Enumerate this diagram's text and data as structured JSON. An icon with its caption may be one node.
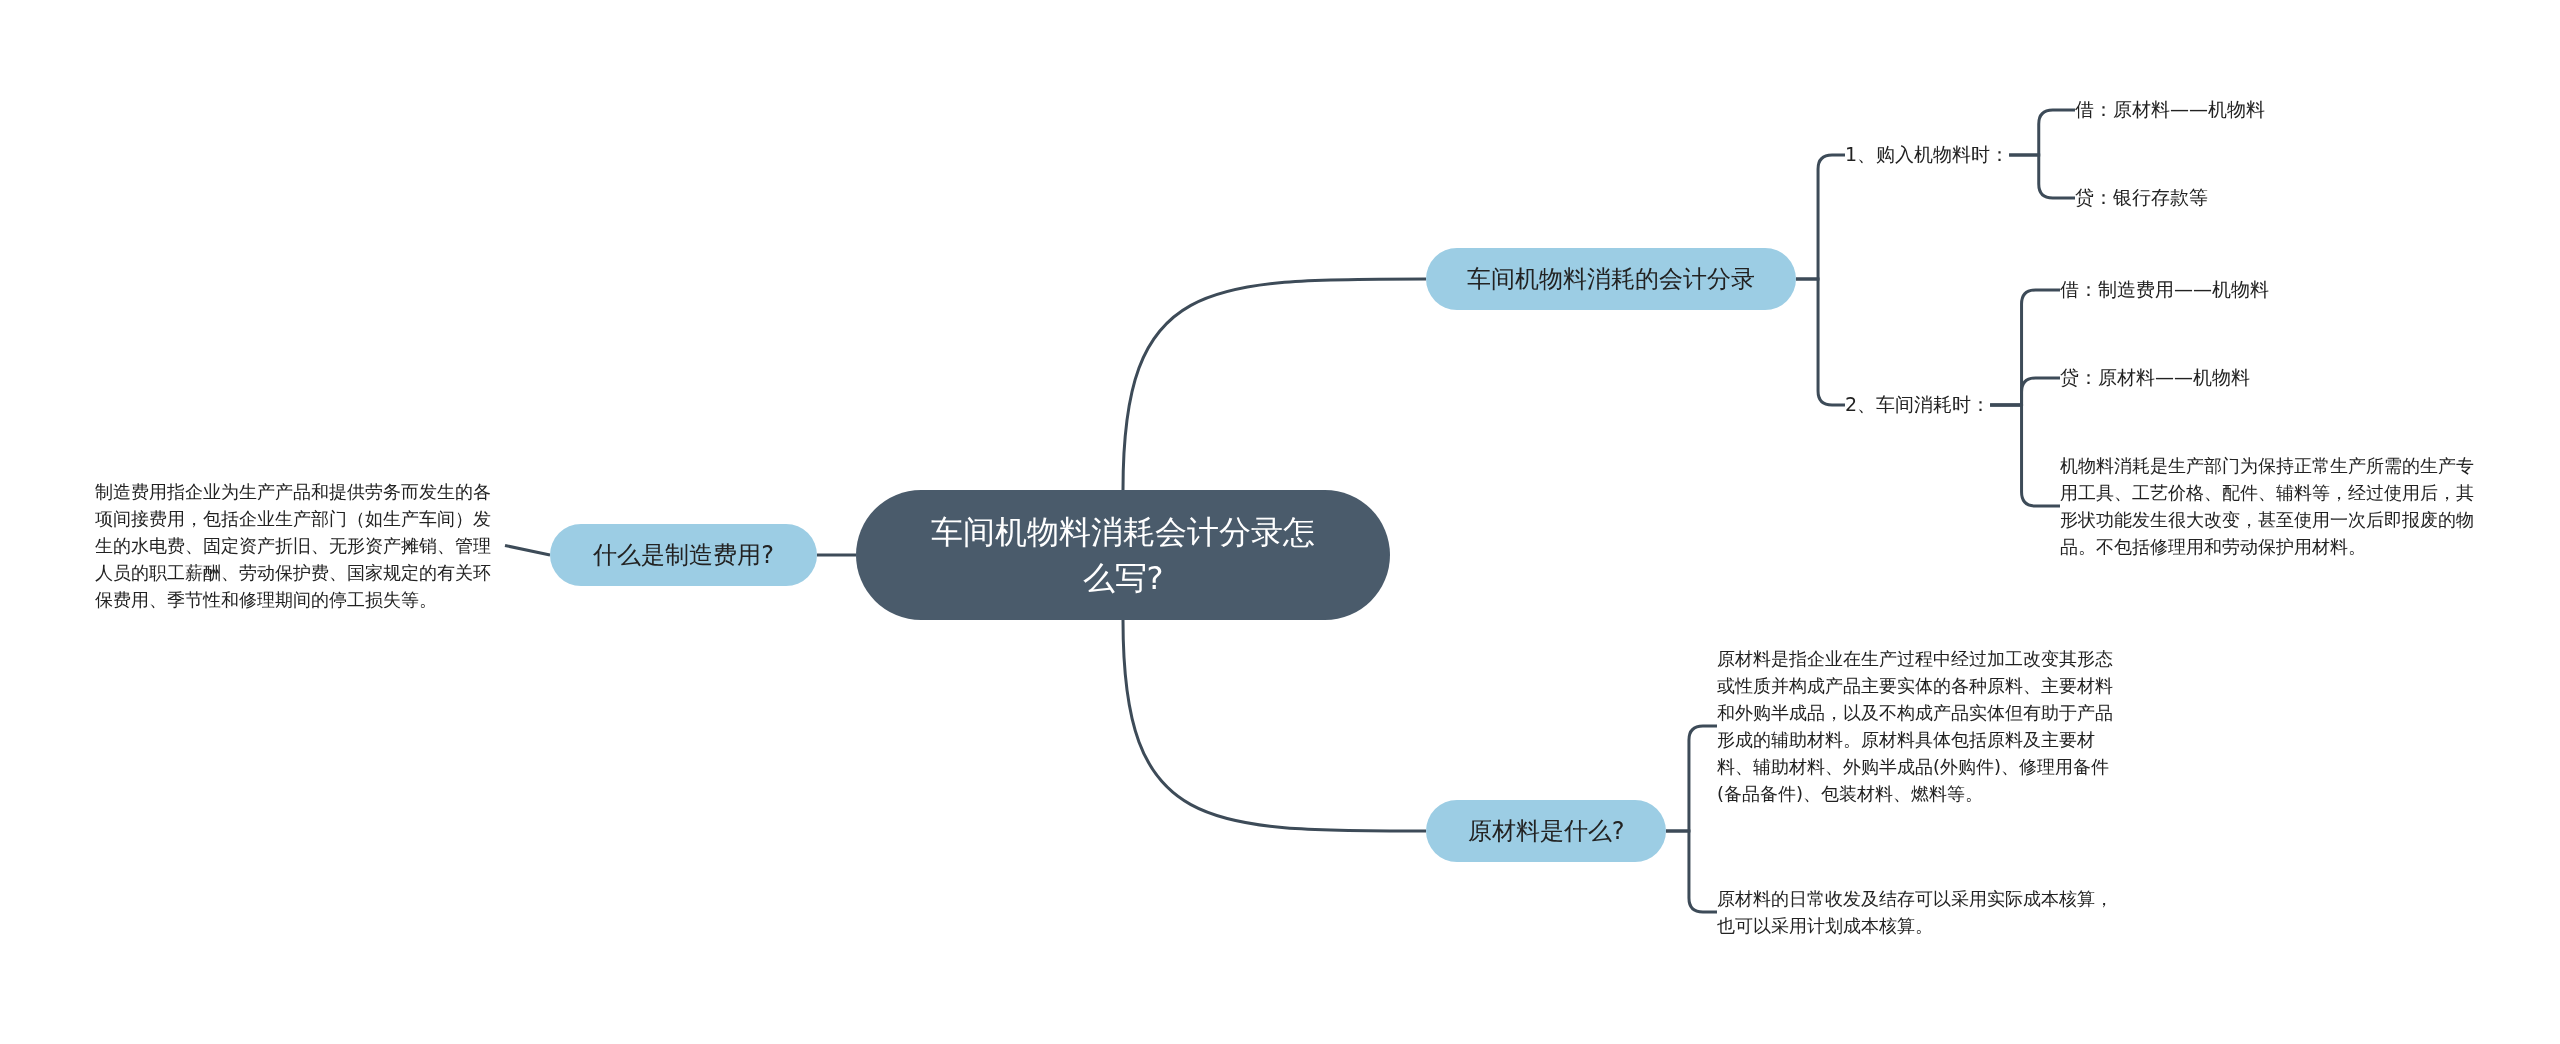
{
  "diagram": {
    "nodes": [
      {
        "text": [
          "车间机物料消耗会计分录怎么写?"
        ]
      },
      {
        "text": [
          "车间机物料消耗的会计分录"
        ]
      },
      {
        "text": [
          "1、购入机物料时："
        ]
      },
      {
        "text": [
          "借：原材料——机物料"
        ]
      },
      {
        "text": [
          "贷：银行存款等"
        ]
      },
      {
        "text": [
          "2、车间消耗时："
        ]
      },
      {
        "text": [
          "借：制造费用——机物料"
        ]
      },
      {
        "text": [
          "贷：原材料——机物料"
        ]
      },
      {
        "text": [
          "机物料消耗是生产部门为保持正常生产所需的生产专用工具、工艺价格、配件、辅料等，经过使用后，其形状功能发生很大改变，甚至使用一次后即报废的物品。不包括修理用和劳动保护用材料。"
        ]
      },
      {
        "text": [
          "原材料是什么?"
        ]
      },
      {
        "text": [
          "原材料是指企业在生产过程中经过加工改变其形态或性质并构成产品主要实体的各种原料、主要材料和外购半成品，以及不构成产品实体但有助于产品形成的辅助材料。原材料具体包括原料及主要材料、辅助材料、外购半成品(外购件)、修理用备件(备品备件)、包装材料、燃料等。"
        ]
      },
      {
        "text": [
          "原材料的日常收发及结存可以采用实际成本核算，也可以采用计划成本核算。"
        ]
      },
      {
        "text": [
          "什么是制造费用?"
        ]
      },
      {
        "text": [
          "制造费用指企业为生产产品和提供劳务而发生的各项间接费用，包括企业生产部门（如生产车间）发生的水电费、固定资产折旧、无形资产摊销、管理人员的职工薪酬、劳动保护费、国家规定的有关环保费用、季节性和修理期间的停工损失等。"
        ]
      }
    ],
    "edges": [
      {
        "from": 0,
        "to": 1,
        "arrow": "none"
      },
      {
        "from": 1,
        "to": 2,
        "arrow": "none"
      },
      {
        "from": 2,
        "to": 3,
        "arrow": "none"
      },
      {
        "from": 2,
        "to": 4,
        "arrow": "none"
      },
      {
        "from": 1,
        "to": 5,
        "arrow": "none"
      },
      {
        "from": 5,
        "to": 6,
        "arrow": "none"
      },
      {
        "from": 5,
        "to": 7,
        "arrow": "none"
      },
      {
        "from": 5,
        "to": 8,
        "arrow": "none"
      },
      {
        "from": 0,
        "to": 9,
        "arrow": "none"
      },
      {
        "from": 9,
        "to": 10,
        "arrow": "none"
      },
      {
        "from": 9,
        "to": 11,
        "arrow": "none"
      },
      {
        "from": 0,
        "to": 12,
        "arrow": "none"
      },
      {
        "from": 12,
        "to": 13,
        "arrow": "none"
      }
    ]
  }
}
